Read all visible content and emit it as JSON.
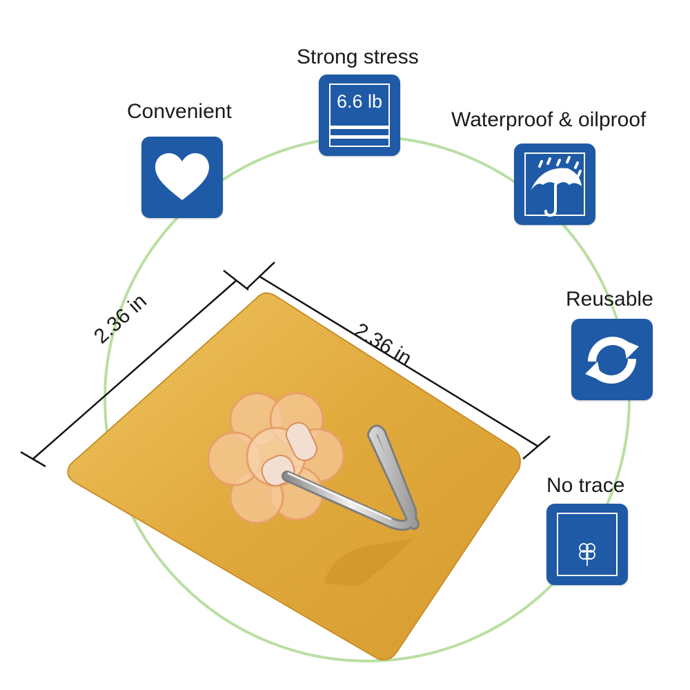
{
  "features": {
    "convenient": {
      "label": "Convenient",
      "icon": "heart-icon"
    },
    "strong_stress": {
      "label": "Strong stress",
      "value_text": "6.6 lb",
      "icon": "weight-scale-icon"
    },
    "waterproof": {
      "label": "Waterproof & oilproof",
      "icon": "umbrella-rain-icon"
    },
    "reusable": {
      "label": "Reusable",
      "icon": "refresh-arrows-icon"
    },
    "no_trace": {
      "label": "No trace",
      "icon": "hook-on-wall-icon"
    }
  },
  "product": {
    "width_label": "2.36 in",
    "height_label": "2.36 in"
  },
  "colors": {
    "badge_blue": "#1e5aa6",
    "ring_green": "#b9dfa1",
    "plate_gold": "#e3b045"
  }
}
